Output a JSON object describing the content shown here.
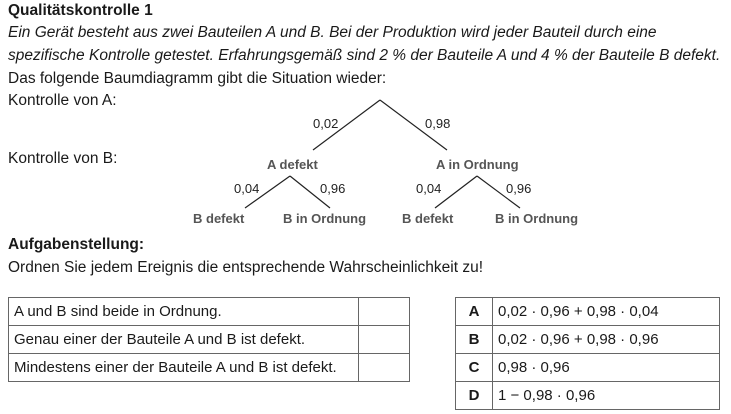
{
  "title": "Qualitätskontrolle 1",
  "intro": [
    "Ein Gerät besteht aus zwei Bauteilen A und B. Bei der Produktion wird jeder Bauteil durch eine",
    "spezifische Kontrolle getestet. Erfahrungsgemäß sind 2 % der Bauteile A und 4 % der Bauteile B defekt."
  ],
  "intro3": "Das folgende Baumdiagramm gibt die Situation wieder:",
  "tree": {
    "level_a_label": "Kontrolle von A:",
    "level_b_label": "Kontrolle von B:",
    "p_a_defect": "0,02",
    "p_a_ok": "0,98",
    "a_defect": "A defekt",
    "a_ok": "A in Ordnung",
    "left": {
      "p_b_defect": "0,04",
      "p_b_ok": "0,96",
      "b_defect": "B defekt",
      "b_ok": "B in Ordnung"
    },
    "right": {
      "p_b_defect": "0,04",
      "p_b_ok": "0,96",
      "b_defect": "B defekt",
      "b_ok": "B in Ordnung"
    }
  },
  "task_heading": "Aufgabenstellung:",
  "task_text": "Ordnen Sie jedem Ereignis die entsprechende Wahrscheinlichkeit zu!",
  "events": [
    "A und B sind beide in Ordnung.",
    "Genau einer der Bauteile A und B ist defekt.",
    "Mindestens einer der Bauteile A und B ist defekt."
  ],
  "options": [
    {
      "letter": "A",
      "expr": "0,02 · 0,96 + 0,98 · 0,04"
    },
    {
      "letter": "B",
      "expr": "0,02 · 0,96 + 0,98 · 0,96"
    },
    {
      "letter": "C",
      "expr": "0,98 · 0,96"
    },
    {
      "letter": "D",
      "expr": "1 − 0,98 · 0,96"
    }
  ]
}
